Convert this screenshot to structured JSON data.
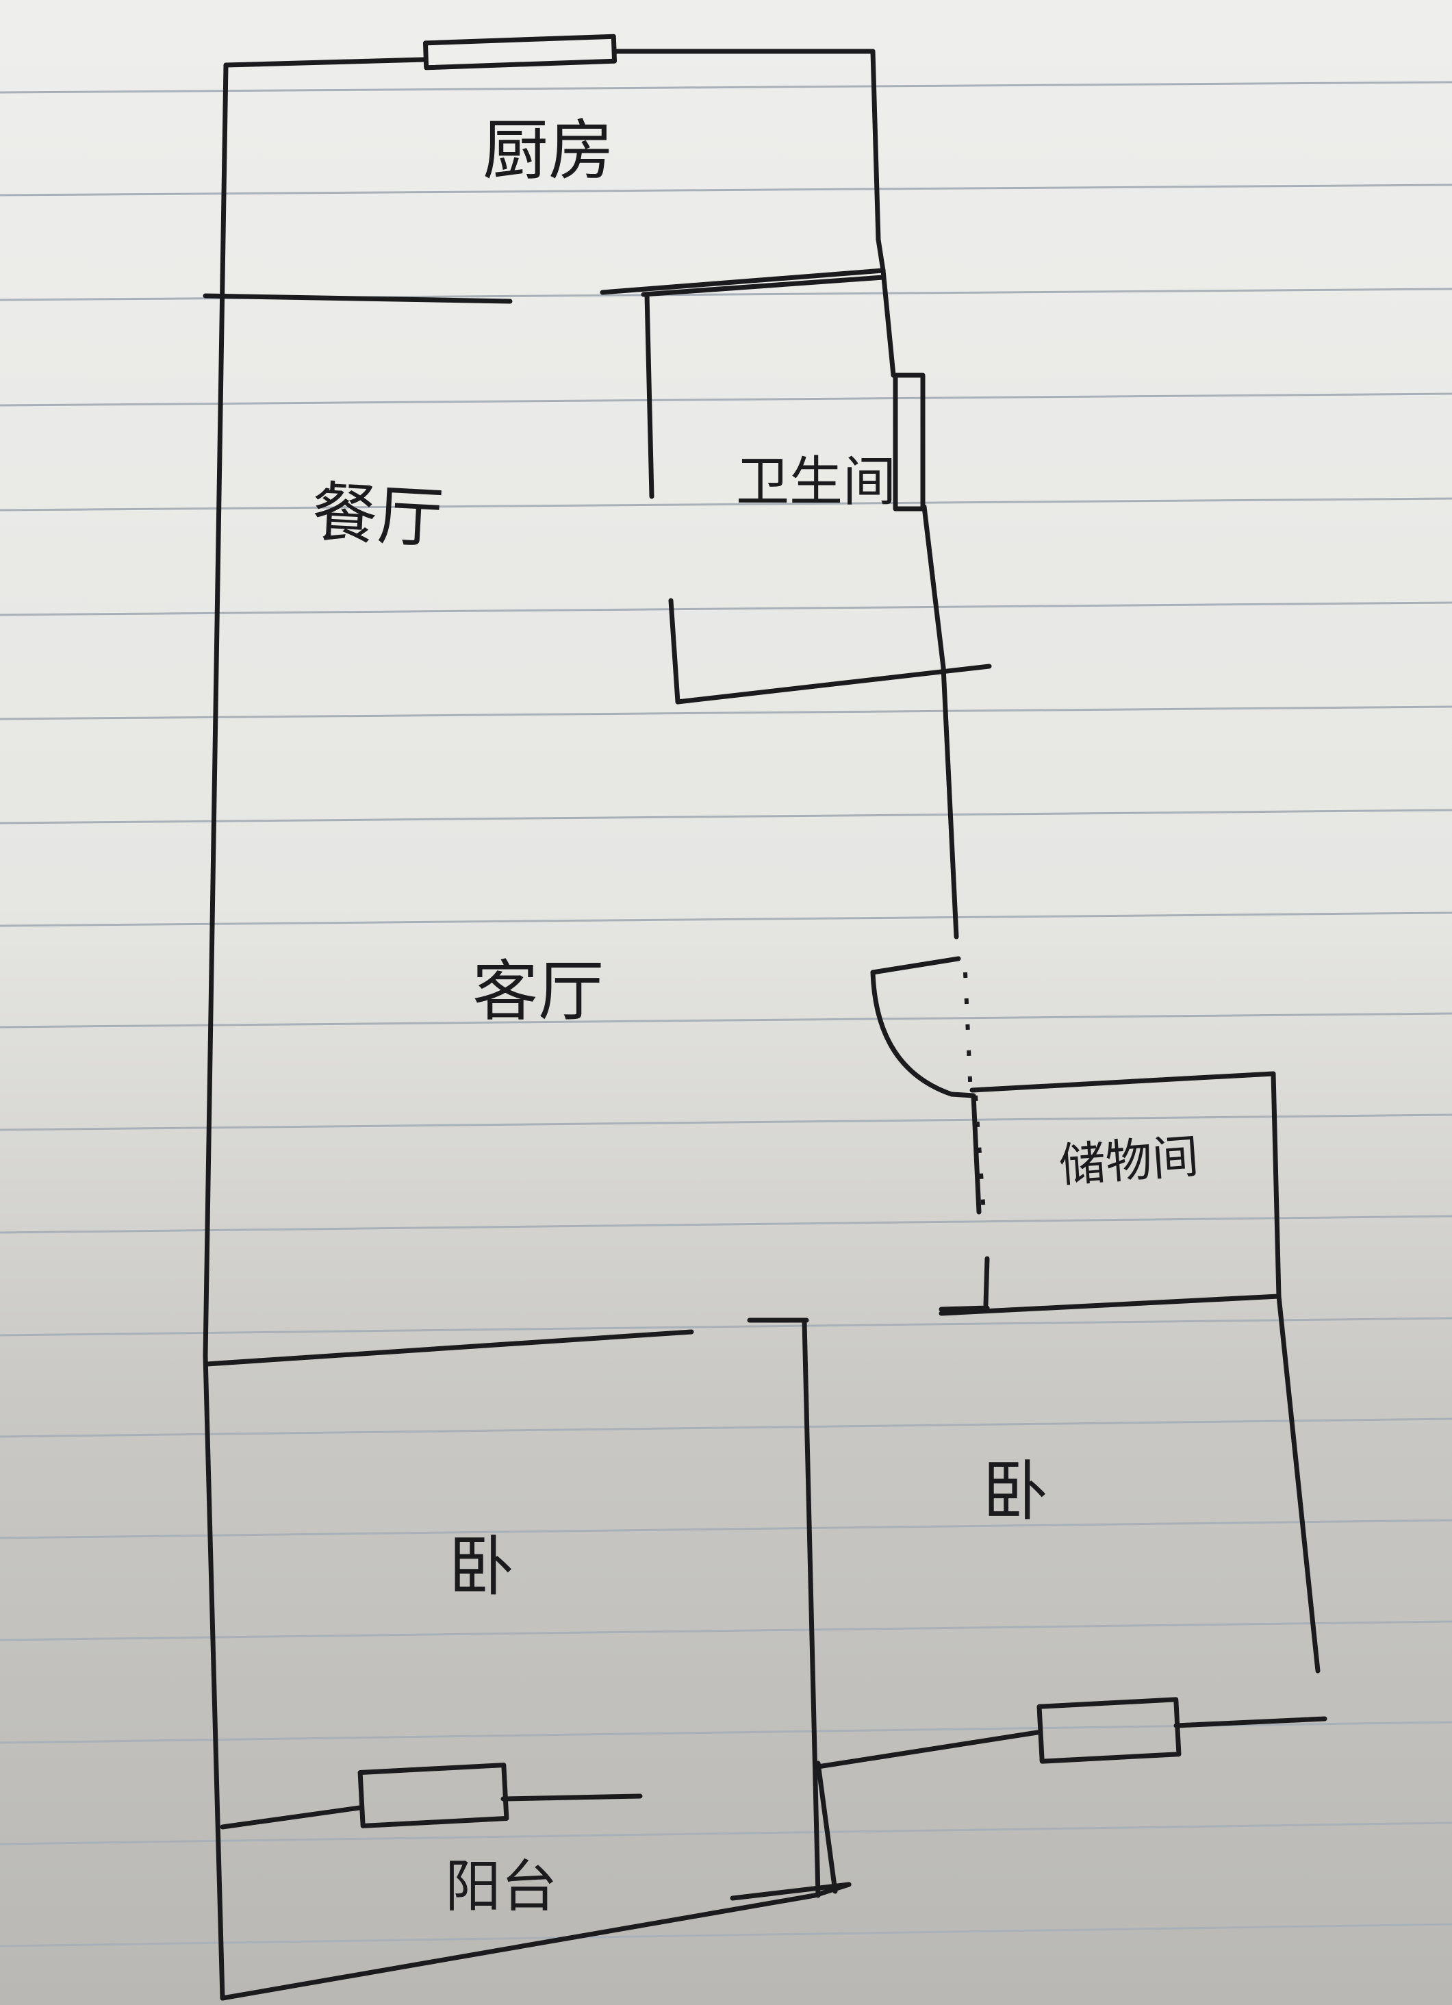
{
  "plan": {
    "rooms": {
      "kitchen": "厨房",
      "dining": "餐厅",
      "bathroom": "卫生间",
      "living": "客厅",
      "storage": "储物间",
      "bedroom_left": "卧",
      "bedroom_right": "卧",
      "balcony": "阳台"
    }
  },
  "colors": {
    "ink": "#1b1b1d",
    "ruled_line": "#a9b0b8",
    "paper": "#eeeeec"
  }
}
